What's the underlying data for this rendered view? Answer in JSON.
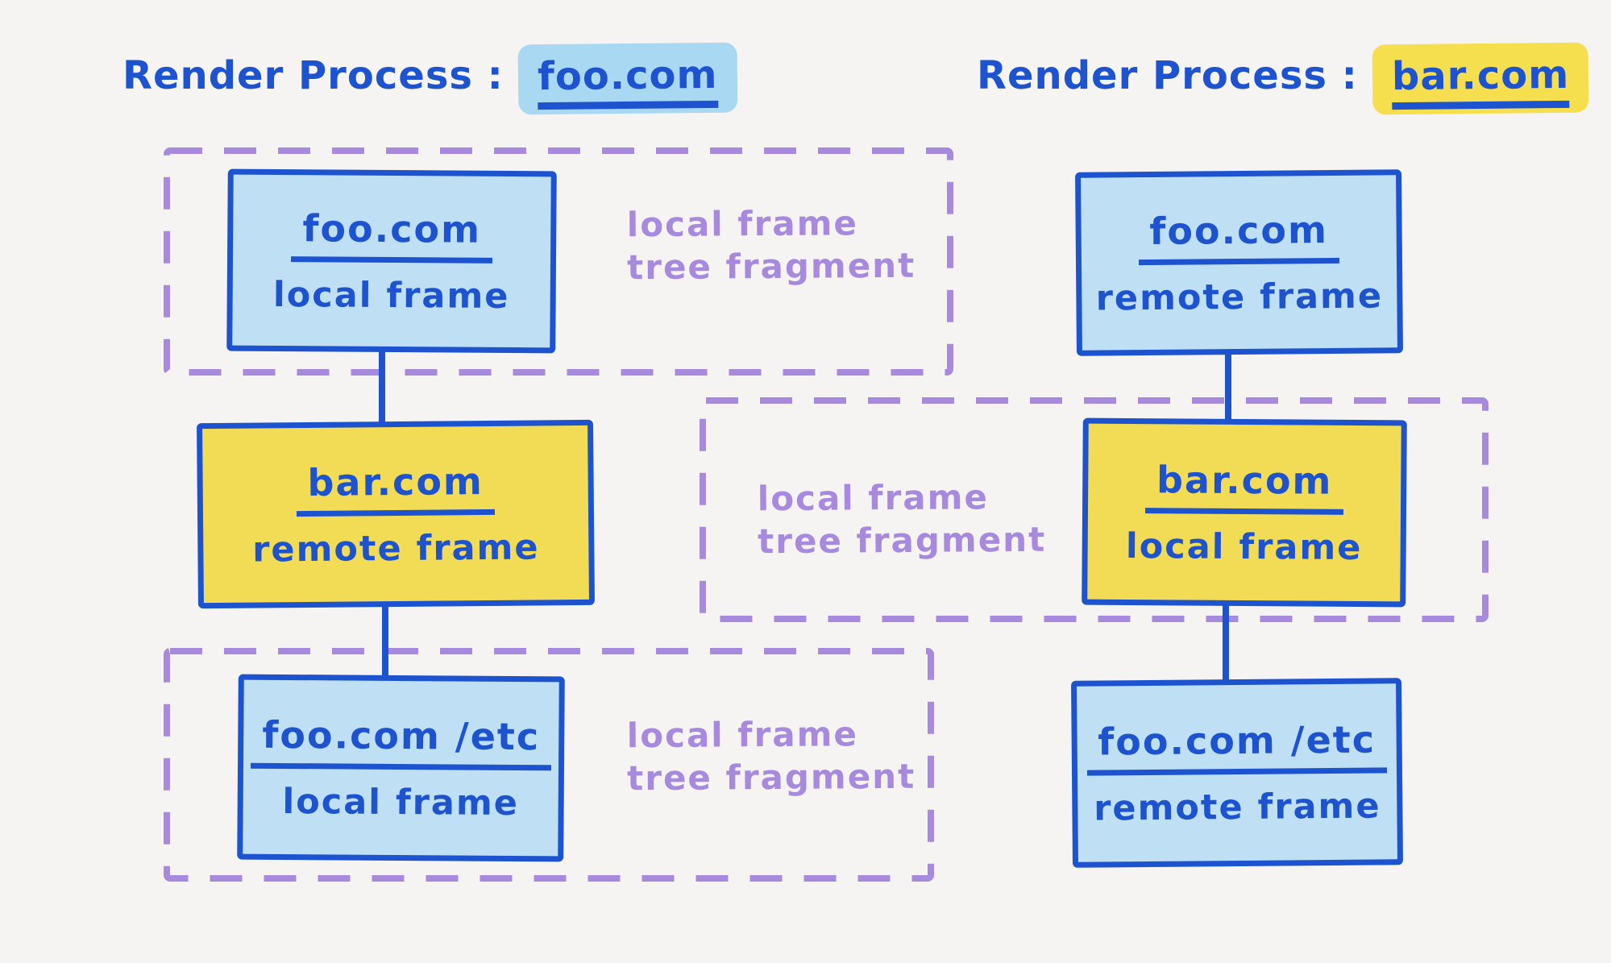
{
  "colors": {
    "background": "#f5f4f2",
    "ink_blue": "#1d53cf",
    "light_blue_fill": "#bfe0f4",
    "yellow_fill": "#f3dc55",
    "blue_highlight": "#a9d8f3",
    "yellow_highlight": "#f6df4e",
    "purple": "#a78add"
  },
  "left_process": {
    "title": {
      "prefix": "Render Process :",
      "domain": "foo.com"
    },
    "nodes": {
      "top": {
        "domain": "foo.com",
        "type": "local frame"
      },
      "middle": {
        "domain": "bar.com",
        "type": "remote frame"
      },
      "bottom": {
        "domain": "foo.com /etc",
        "type": "local frame"
      }
    },
    "top_fragment_label": {
      "line1": "local frame",
      "line2": "tree fragment"
    },
    "bottom_fragment_label": {
      "line1": "local frame",
      "line2": "tree fragment"
    }
  },
  "right_process": {
    "title": {
      "prefix": "Render Process :",
      "domain": "bar.com"
    },
    "nodes": {
      "top": {
        "domain": "foo.com",
        "type": "remote frame"
      },
      "middle": {
        "domain": "bar.com",
        "type": "local frame"
      },
      "bottom": {
        "domain": "foo.com /etc",
        "type": "remote frame"
      }
    },
    "fragment_label": {
      "line1": "local frame",
      "line2": "tree fragment"
    }
  }
}
